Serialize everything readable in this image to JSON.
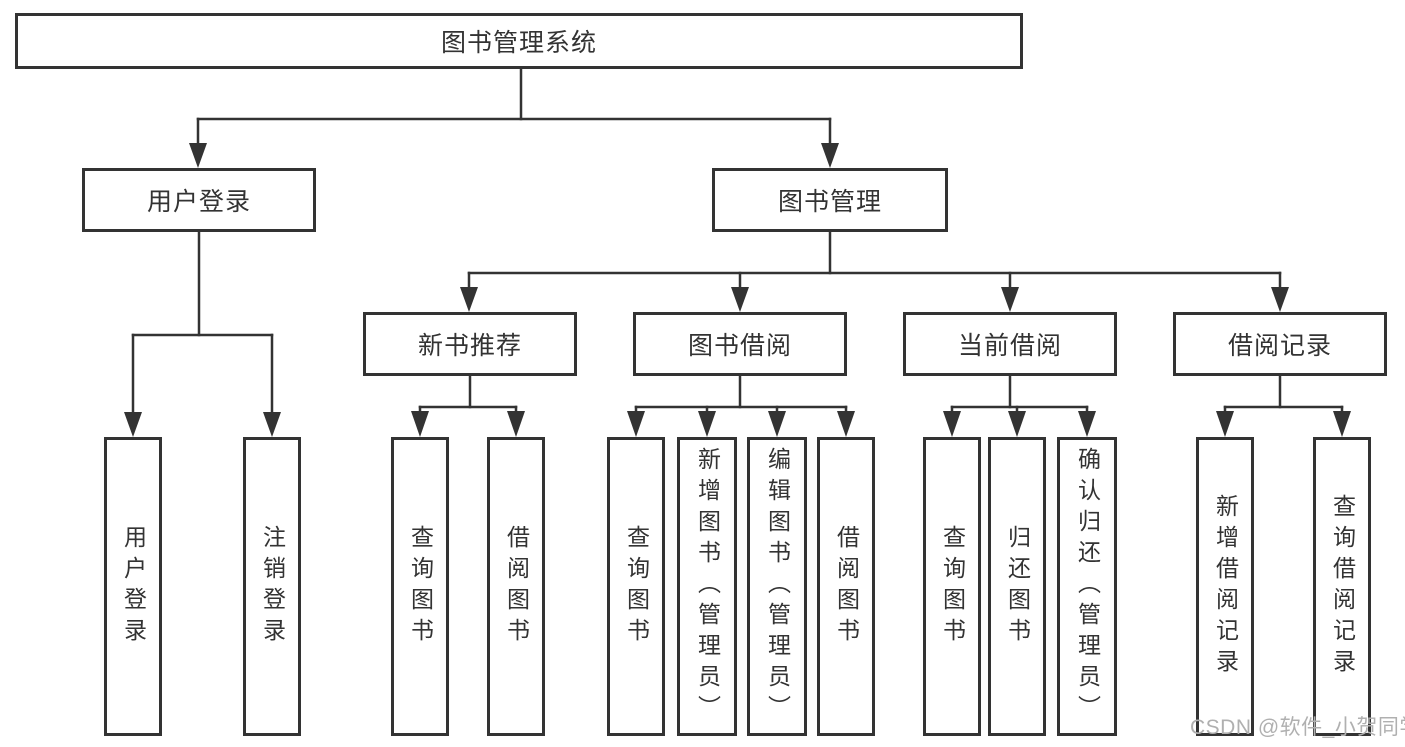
{
  "diagram_title": "图书管理系统",
  "watermark": "CSDN @软件_小贺同学",
  "colors": {
    "line": "#333333",
    "text": "#333333",
    "box_background": "#ffffff",
    "watermark": "#b0b0b0",
    "background": "#ffffff"
  },
  "tree": {
    "label": "图书管理系统",
    "children": [
      {
        "label": "用户登录",
        "children": [
          {
            "label": "用户登录"
          },
          {
            "label": "注销登录"
          }
        ]
      },
      {
        "label": "图书管理",
        "children": [
          {
            "label": "新书推荐",
            "children": [
              {
                "label": "查询图书"
              },
              {
                "label": "借阅图书"
              }
            ]
          },
          {
            "label": "图书借阅",
            "children": [
              {
                "label": "查询图书"
              },
              {
                "label": "新增图书（管理员）"
              },
              {
                "label": "编辑图书（管理员）"
              },
              {
                "label": "借阅图书"
              }
            ]
          },
          {
            "label": "当前借阅",
            "children": [
              {
                "label": "查询图书"
              },
              {
                "label": "归还图书"
              },
              {
                "label": "确认归还（管理员）"
              }
            ]
          },
          {
            "label": "借阅记录",
            "children": [
              {
                "label": "新增借阅记录"
              },
              {
                "label": "查询借阅记录"
              }
            ]
          }
        ]
      }
    ]
  }
}
